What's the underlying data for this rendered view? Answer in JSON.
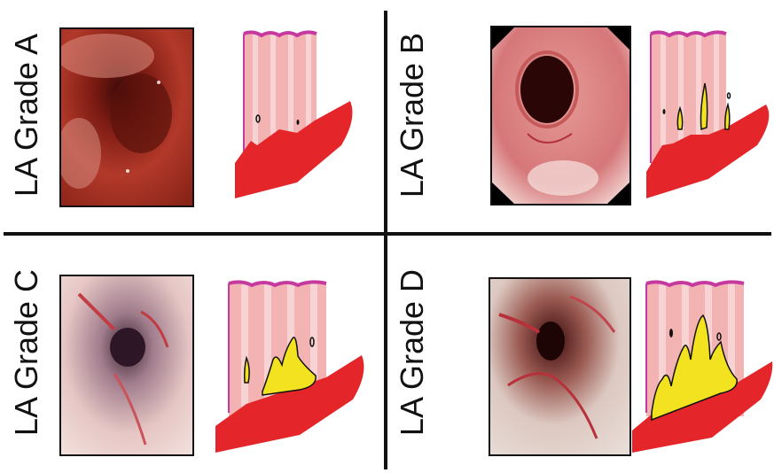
{
  "panels": [
    {
      "label": "LA Grade A"
    },
    {
      "label": "LA Grade B"
    },
    {
      "label": "LA Grade C"
    },
    {
      "label": "LA Grade D"
    }
  ],
  "colors": {
    "mucosa_red": "#e4262b",
    "column_pink": "#f4b3b3",
    "column_stripe": "#f8d3d3",
    "rim_magenta": "#c63aa0",
    "erosion_yellow": "#f3e21f",
    "outline": "#111111"
  }
}
